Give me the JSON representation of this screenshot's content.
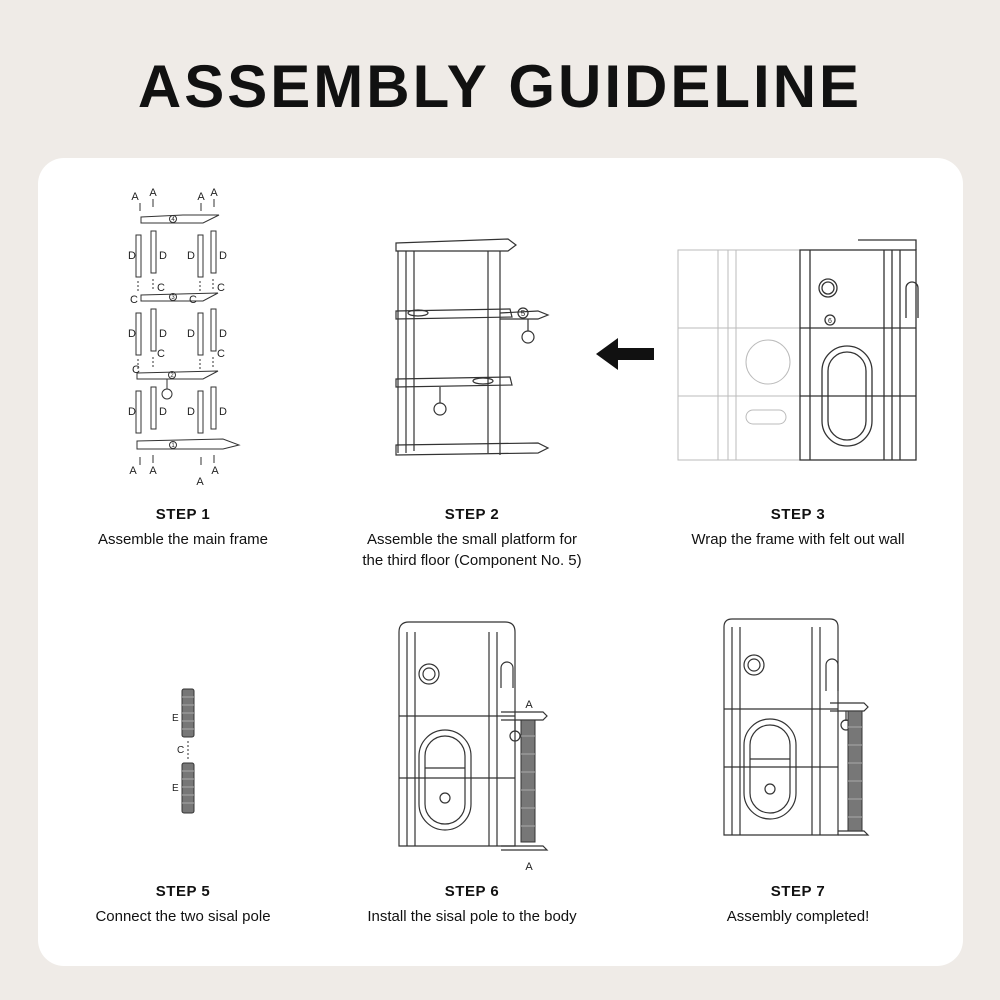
{
  "title": "ASSEMBLY GUIDELINE",
  "steps": [
    {
      "label": "STEP 1",
      "desc": "Assemble the main frame"
    },
    {
      "label": "STEP 2",
      "desc_line1": "Assemble the small platform for",
      "desc_line2": "the third floor (Component No. 5)"
    },
    {
      "label": "STEP 3",
      "desc": "Wrap the frame with felt out wall"
    },
    {
      "label": "STEP 5",
      "desc": "Connect the two sisal pole"
    },
    {
      "label": "STEP 6",
      "desc": "Install the sisal pole to the body"
    },
    {
      "label": "STEP 7",
      "desc": "Assembly completed!"
    }
  ],
  "part_letters": {
    "a": "A",
    "c": "C",
    "d": "D",
    "e": "E"
  },
  "component_numbers": {
    "n1": "1",
    "n2": "2",
    "n3": "3",
    "n4": "4",
    "n5": "5",
    "n6": "6"
  },
  "colors": {
    "background": "#efebe7",
    "card": "#ffffff",
    "ink": "#111111"
  }
}
